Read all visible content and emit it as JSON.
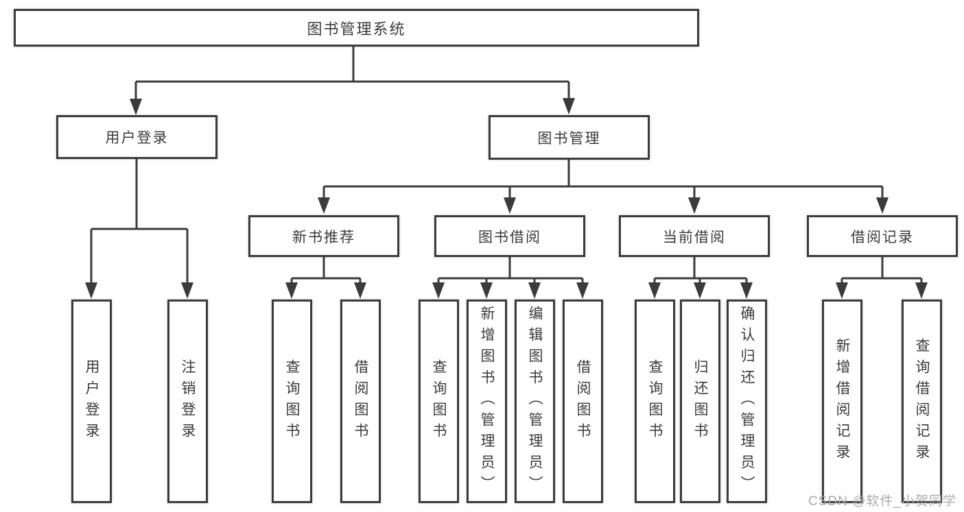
{
  "tree": {
    "label": "图书管理系统",
    "children": [
      {
        "label": "用户登录",
        "children": [
          {
            "label": "用户登录"
          },
          {
            "label": "注销登录"
          }
        ]
      },
      {
        "label": "图书管理",
        "children": [
          {
            "label": "新书推荐",
            "children": [
              {
                "label": "查询图书"
              },
              {
                "label": "借阅图书"
              }
            ]
          },
          {
            "label": "图书借阅",
            "children": [
              {
                "label": "查询图书"
              },
              {
                "label": "新增图书（管理员）"
              },
              {
                "label": "编辑图书（管理员）"
              },
              {
                "label": "借阅图书"
              }
            ]
          },
          {
            "label": "当前借阅",
            "children": [
              {
                "label": "查询图书"
              },
              {
                "label": "归还图书"
              },
              {
                "label": "确认归还（管理员）"
              }
            ]
          },
          {
            "label": "借阅记录",
            "children": [
              {
                "label": "新增借阅记录"
              },
              {
                "label": "查询借阅记录"
              }
            ]
          }
        ]
      }
    ]
  },
  "watermark": "CSDN @软件_小贺同学",
  "colors": {
    "line": "#3b3b3b",
    "box_border": "#3b3b3b",
    "text": "#3a3a3a",
    "watermark_text": "#ababab",
    "background": "#ffffff"
  }
}
